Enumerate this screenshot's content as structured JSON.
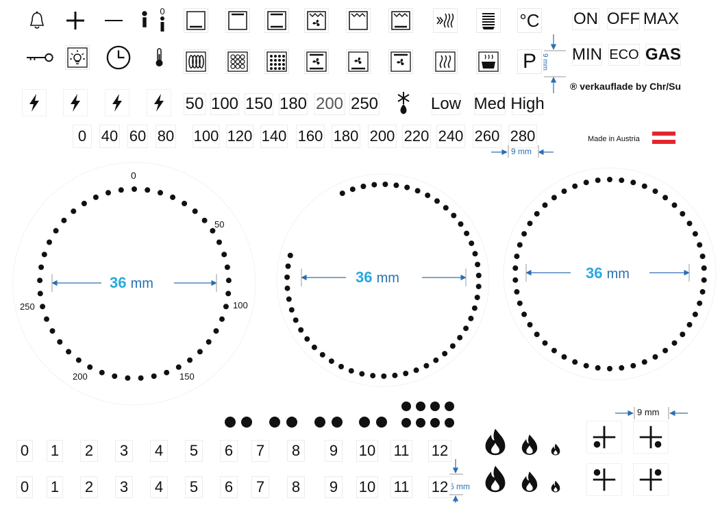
{
  "row1_words": [
    "ON",
    "OFF",
    "MAX"
  ],
  "row2_words": [
    "MIN",
    "ECO",
    "GAS"
  ],
  "credit": "® verkauflade by Chr/Su",
  "made_in": "Made in Austria",
  "flag_colors": [
    "#e3262d",
    "#ffffff",
    "#e3262d"
  ],
  "toggle_zero": "0",
  "temps_row1": [
    "50",
    "100",
    "150",
    "180",
    "200",
    "250"
  ],
  "levels": [
    "Low",
    "Med",
    "High"
  ],
  "small_temps": [
    "0",
    "40",
    "60",
    "80"
  ],
  "temps_row2": [
    "100",
    "120",
    "140",
    "160",
    "180",
    "200",
    "220",
    "240",
    "260",
    "280"
  ],
  "measure_9mm": "9 mm",
  "measure_6mm": "6 mm",
  "dial_value": "36",
  "dial_unit": "mm",
  "dial1_labels": {
    "top": "0",
    "r1": "50",
    "right": "100",
    "br": "150",
    "bl": "200",
    "left": "250"
  },
  "numbers_row": [
    "0",
    "1",
    "2",
    "3",
    "4",
    "5",
    "6",
    "7",
    "8",
    "9",
    "10",
    "11",
    "12"
  ],
  "degree_symbol": "°C",
  "program_letter": "P",
  "icons": [
    "bell-icon",
    "plus-icon",
    "minus-icon",
    "on-off-icon",
    "bottom-heat-icon",
    "top-heat-icon",
    "top-bottom-heat-icon",
    "fan-grill-icon",
    "grill-icon",
    "grill-bottom-icon",
    "defrost-flow-icon",
    "stack-icon",
    "celsius-icon",
    "key-icon",
    "lamp-icon",
    "clock-icon",
    "thermometer-icon",
    "coil-icon",
    "hob-dots-icon",
    "grid-dots-icon",
    "fan-top-bottom-icon",
    "fan-bottom-icon",
    "fan-top-icon",
    "steam-icon",
    "steam-pot-icon",
    "program-icon",
    "lightning-icon",
    "snowflake-drop-icon",
    "flame-icon",
    "burner-icon"
  ],
  "accent_blue": "#29a8e0",
  "arrow_blue": "#2a6fb0"
}
